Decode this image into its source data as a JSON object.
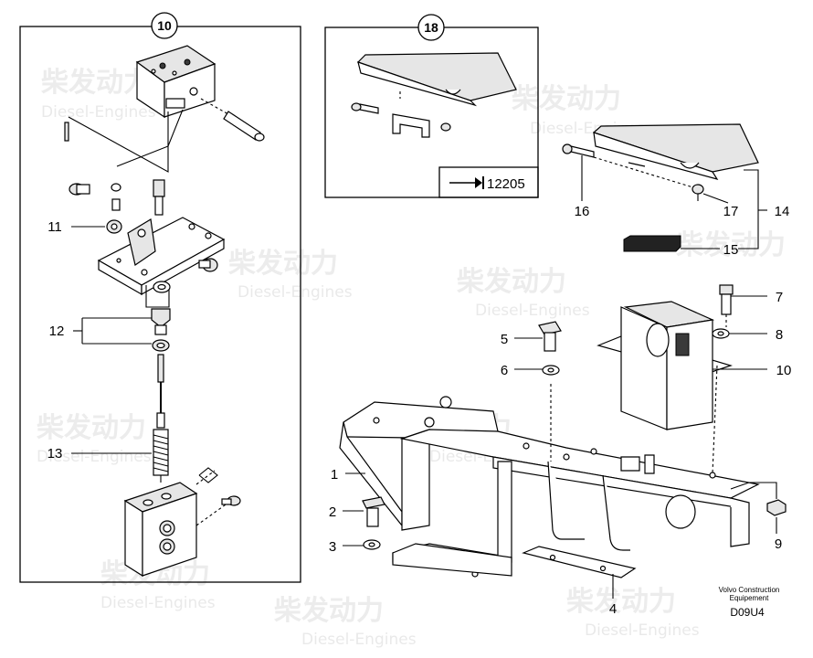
{
  "watermark": {
    "brand_cn": "柴发动力",
    "brand_en": "Diesel-Engines"
  },
  "callouts": {
    "group_10": "10",
    "group_18": "18",
    "n1": "1",
    "n2": "2",
    "n3": "3",
    "n4": "4",
    "n5": "5",
    "n6": "6",
    "n7": "7",
    "n8": "8",
    "n9": "9",
    "n10": "10",
    "n11": "11",
    "n12": "12",
    "n13": "13",
    "n14": "14",
    "n15": "15",
    "n16": "16",
    "n17": "17"
  },
  "reference": {
    "serial": "12205"
  },
  "footer": {
    "maker_line1": "Volvo Construction",
    "maker_line2": "Equipement",
    "code": "D09U4"
  }
}
